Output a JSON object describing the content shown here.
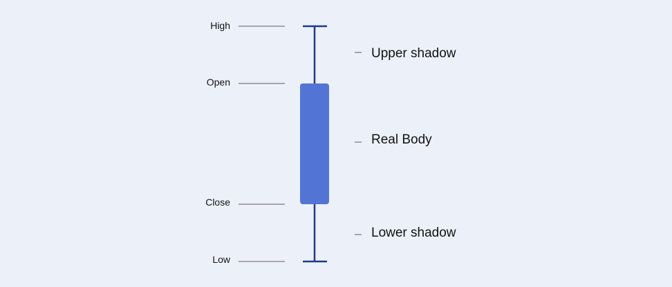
{
  "diagram": {
    "price_levels": {
      "high": "High",
      "open": "Open",
      "close": "Close",
      "low": "Low"
    },
    "parts": {
      "upper_shadow": "Upper shadow",
      "real_body": "Real Body",
      "lower_shadow": "Lower shadow"
    },
    "colors": {
      "background": "#ecf0f8",
      "candle_body": "#5274d4",
      "wick": "#1e3a8a",
      "guide_line": "#8c8c99",
      "text": "#111111"
    }
  }
}
